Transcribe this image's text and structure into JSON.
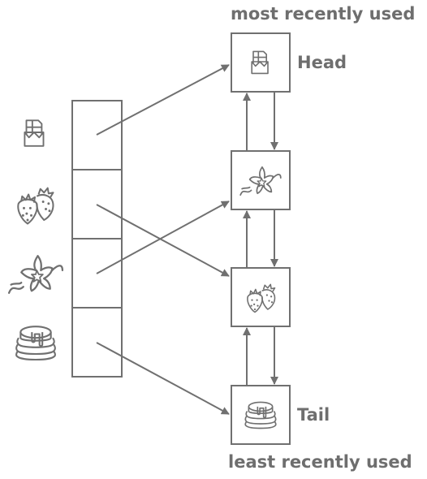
{
  "labels": {
    "top": "most recently used",
    "bottom": "least recently used",
    "head": "Head",
    "tail": "Tail"
  },
  "colors": {
    "stroke": "#707070",
    "text": "#6e6e6e",
    "background": "#ffffff"
  },
  "hash_table": {
    "slots": [
      {
        "icon": "chocolate-bar-icon"
      },
      {
        "icon": "strawberries-icon"
      },
      {
        "icon": "vanilla-flower-icon"
      },
      {
        "icon": "pancakes-icon"
      }
    ]
  },
  "linked_list": {
    "nodes": [
      {
        "icon": "chocolate-bar-icon",
        "marker": "Head"
      },
      {
        "icon": "vanilla-flower-icon"
      },
      {
        "icon": "strawberries-icon"
      },
      {
        "icon": "pancakes-icon",
        "marker": "Tail"
      }
    ]
  },
  "pointers": [
    {
      "from_slot": 0,
      "to_node": 0
    },
    {
      "from_slot": 1,
      "to_node": 2
    },
    {
      "from_slot": 2,
      "to_node": 1
    },
    {
      "from_slot": 3,
      "to_node": 3
    }
  ]
}
